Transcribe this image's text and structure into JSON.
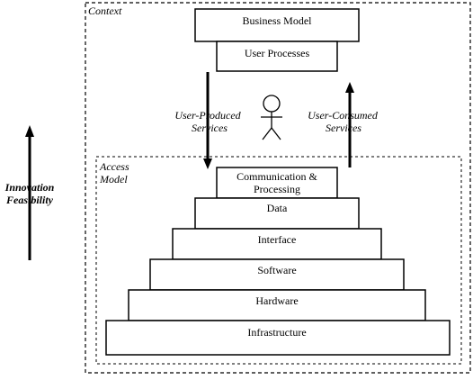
{
  "context": {
    "label": "Context"
  },
  "access_model": {
    "label_line1": "Access",
    "label_line2": "Model"
  },
  "top_stack": {
    "business_model": "Business Model",
    "user_processes": "User Processes"
  },
  "arrows": {
    "produced_line1": "User-Produced",
    "produced_line2": "Services",
    "consumed_line1": "User-Consumed",
    "consumed_line2": "Services"
  },
  "innovation": {
    "line1": "Innovation",
    "line2": "Feasibility"
  },
  "pyramid": {
    "communication_line1": "Communication &",
    "communication_line2": "Processing",
    "data": "Data",
    "interface": "Interface",
    "software": "Software",
    "hardware": "Hardware",
    "infrastructure": "Infrastructure"
  }
}
